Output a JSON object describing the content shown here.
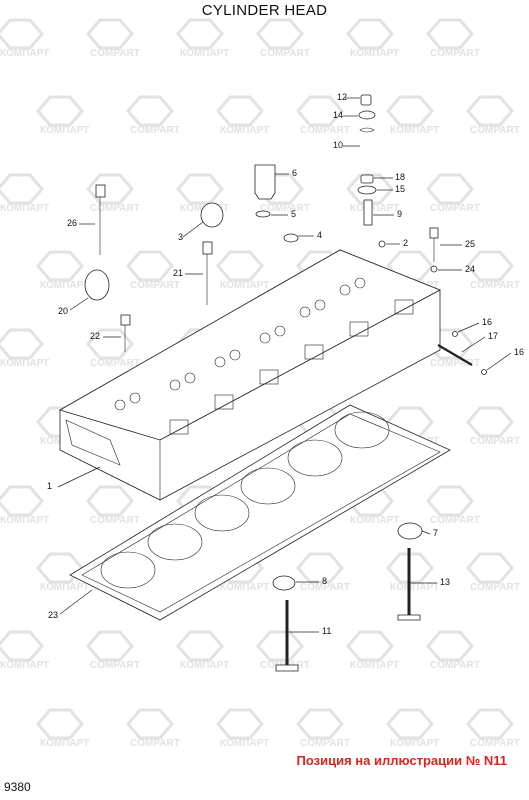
{
  "header": {
    "title": "CYLINDER HEAD"
  },
  "footer": {
    "page_code": "9380",
    "caption": "Позиция на иллюстрации № N11"
  },
  "watermark": {
    "text_ru": "КОМПАРТ",
    "text_en": "COMPART",
    "color": "#e2e2e2"
  },
  "callouts": [
    {
      "id": "12",
      "label": "12"
    },
    {
      "id": "14",
      "label": "14"
    },
    {
      "id": "10",
      "label": "10"
    },
    {
      "id": "18",
      "label": "18"
    },
    {
      "id": "15",
      "label": "15"
    },
    {
      "id": "9",
      "label": "9"
    },
    {
      "id": "6",
      "label": "6"
    },
    {
      "id": "5",
      "label": "5"
    },
    {
      "id": "4",
      "label": "4"
    },
    {
      "id": "2",
      "label": "2"
    },
    {
      "id": "25",
      "label": "25"
    },
    {
      "id": "24",
      "label": "24"
    },
    {
      "id": "26",
      "label": "26"
    },
    {
      "id": "3",
      "label": "3"
    },
    {
      "id": "21",
      "label": "21"
    },
    {
      "id": "20",
      "label": "20"
    },
    {
      "id": "22",
      "label": "22"
    },
    {
      "id": "16a",
      "label": "16"
    },
    {
      "id": "17",
      "label": "17"
    },
    {
      "id": "16b",
      "label": "16"
    },
    {
      "id": "1",
      "label": "1"
    },
    {
      "id": "7",
      "label": "7"
    },
    {
      "id": "8",
      "label": "8"
    },
    {
      "id": "13",
      "label": "13"
    },
    {
      "id": "11",
      "label": "11"
    },
    {
      "id": "23",
      "label": "23"
    }
  ],
  "accent_color": "#d9261c"
}
